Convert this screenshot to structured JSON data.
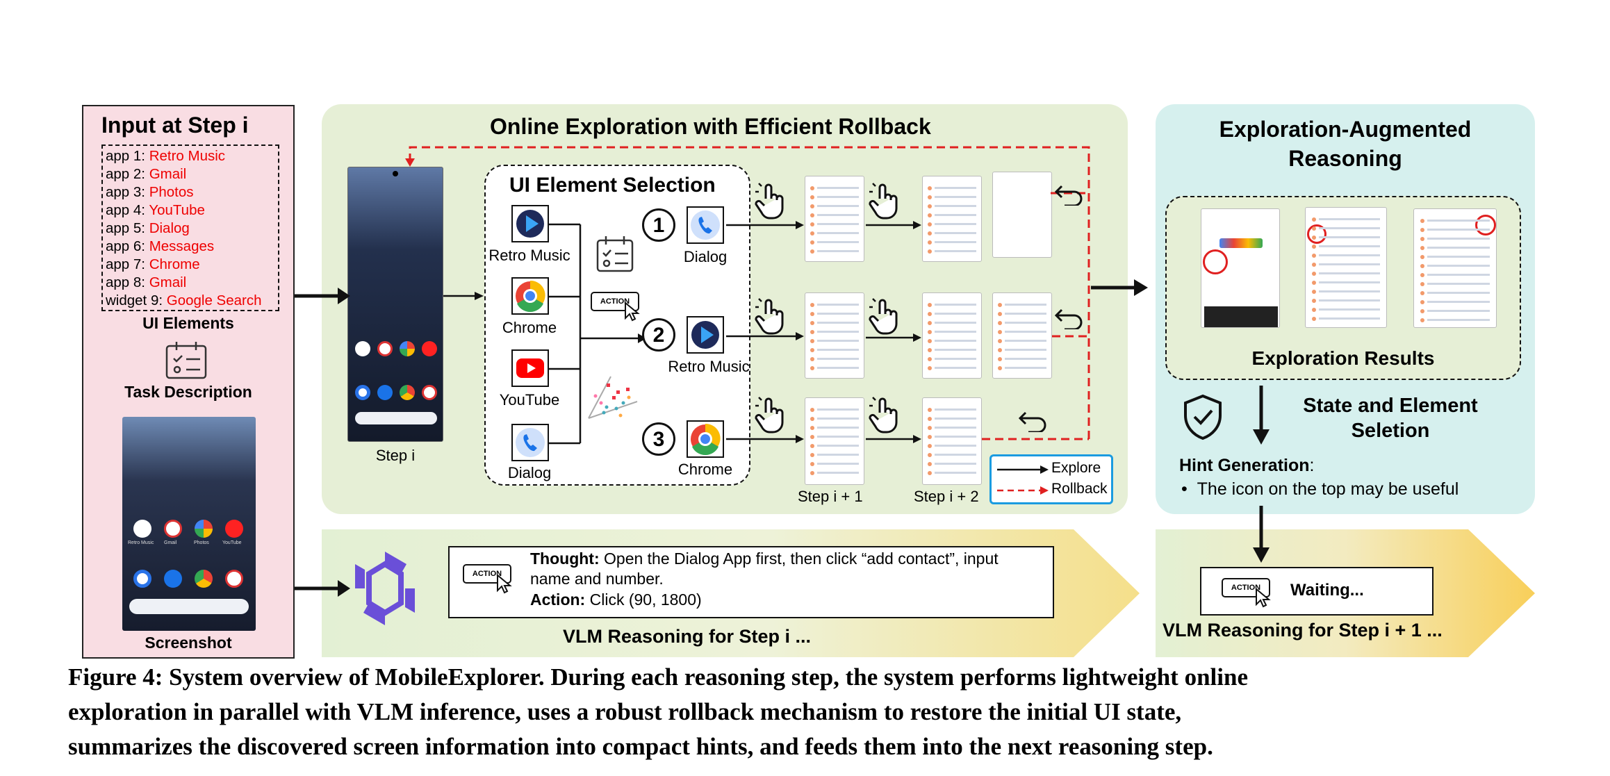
{
  "input_panel": {
    "title": "Input at Step i",
    "apps": [
      {
        "prefix": "app 1: ",
        "name": "Retro Music"
      },
      {
        "prefix": "app 2: ",
        "name": "Gmail"
      },
      {
        "prefix": "app 3: ",
        "name": "Photos"
      },
      {
        "prefix": "app 4: ",
        "name": "YouTube"
      },
      {
        "prefix": "app 5: ",
        "name": "Dialog"
      },
      {
        "prefix": "app 6: ",
        "name": "Messages"
      },
      {
        "prefix": "app 7: ",
        "name": "Chrome"
      },
      {
        "prefix": "app 8: ",
        "name": "Gmail"
      },
      {
        "prefix": "widget 9: ",
        "name": "Google Search"
      }
    ],
    "ui_elements_label": "UI Elements",
    "task_label": "Task Description",
    "screenshot_label": "Screenshot",
    "home_apps_row1": [
      "Retro Music",
      "Gmail",
      "Photos",
      "YouTube"
    ]
  },
  "online_panel": {
    "title": "Online Exploration with Efficient Rollback",
    "step_label": "Step i",
    "selection_title": "UI Element Selection",
    "candidates": [
      "Retro Music",
      "Chrome",
      "YouTube",
      "Dialog"
    ],
    "action_badge": "ACTION",
    "ranked": [
      {
        "num": "1",
        "app": "Dialog"
      },
      {
        "num": "2",
        "app": "Retro Music"
      },
      {
        "num": "3",
        "app": "Chrome"
      }
    ],
    "step_i1": "Step i + 1",
    "step_i2": "Step i + 2",
    "legend": {
      "explore": "Explore",
      "rollback": "Rollback"
    }
  },
  "reasoning_panel": {
    "title_line1": "Exploration-Augmented",
    "title_line2": "Reasoning",
    "results_label": "Exploration Results",
    "state_line1": "State and Element",
    "state_line2": "Seletion",
    "hint_title": "Hint Generation",
    "hint_colon": ":",
    "hint_item": "The icon on the top may be useful"
  },
  "vlm_step_i": {
    "thought_label": "Thought:",
    "thought_text": " Open the Dialog App first, then click “add contact”, input",
    "thought_text2": "name and number.",
    "action_label": "Action:",
    "action_text": " Click (90, 1800)",
    "title": "VLM Reasoning for Step i ...",
    "action_badge": "ACTION"
  },
  "vlm_step_i1": {
    "waiting": "Waiting...",
    "title": "VLM Reasoning for Step i + 1 ...",
    "action_badge": "ACTION"
  },
  "figure_caption": {
    "line1": "Figure 4: System overview of MobileExplorer. During each reasoning step, the system performs lightweight online",
    "line2": "exploration in parallel with VLM inference, uses a robust rollback mechanism to restore the initial UI state,",
    "line3": "summarizes the discovered screen information into compact hints, and feeds them into the next reasoning step."
  },
  "colors": {
    "input_bg": "#f9dde3",
    "online_bg": "#e6efd6",
    "reasoning_bg": "#d6f0ee",
    "rollback": "#e02020",
    "legend_border": "#1a9be0",
    "qwen_logo": "#6a4fd8",
    "vlm_gradient_end": "#f5df8a",
    "vlm_gradient_end2": "#f8cf5a"
  }
}
